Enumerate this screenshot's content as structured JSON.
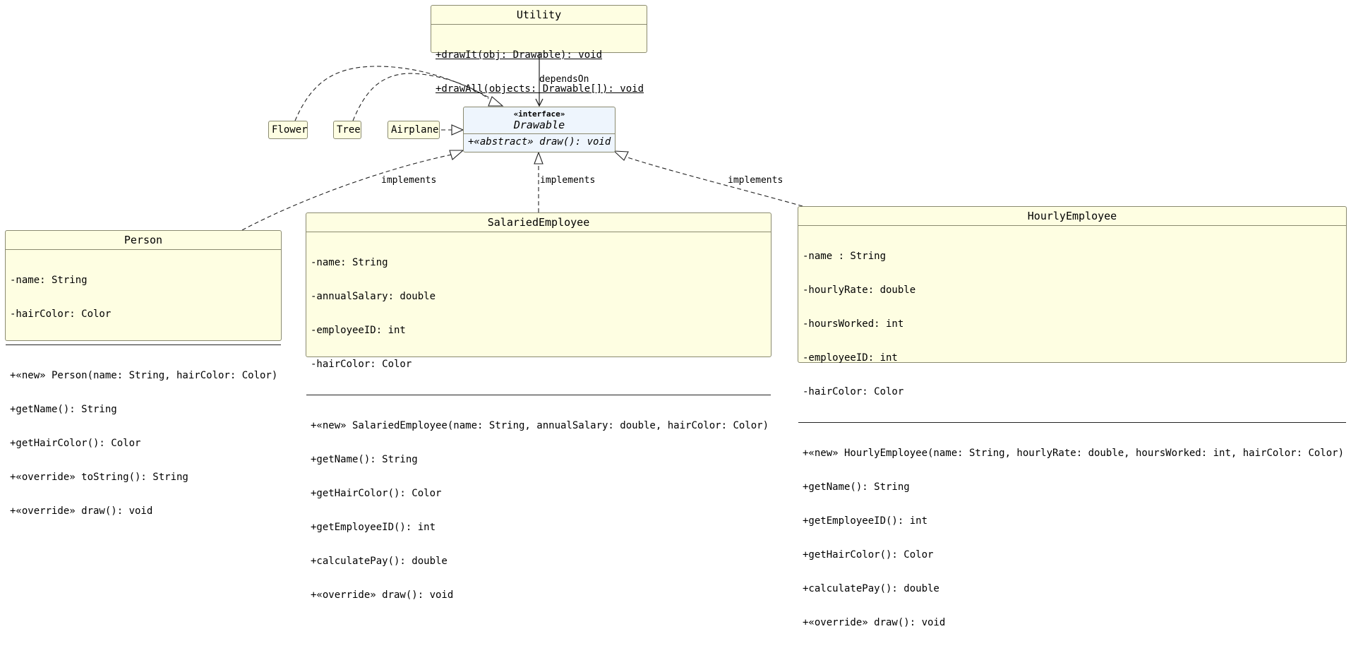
{
  "utility": {
    "name": "Utility",
    "methods": [
      "+drawIt(obj: Drawable): void",
      "+drawAll(objects: Drawable[]): void"
    ]
  },
  "drawable": {
    "stereotype": "«interface»",
    "name": "Drawable",
    "methods": [
      "+«abstract» draw(): void"
    ]
  },
  "flower": {
    "name": "Flower"
  },
  "tree": {
    "name": "Tree"
  },
  "airplane": {
    "name": "Airplane"
  },
  "person": {
    "name": "Person",
    "fields": [
      "-name: String",
      "-hairColor: Color"
    ],
    "methods": [
      "+«new» Person(name: String, hairColor: Color)",
      "+getName(): String",
      "+getHairColor(): Color",
      "+«override» toString(): String",
      "+«override» draw(): void"
    ]
  },
  "salaried": {
    "name": "SalariedEmployee",
    "fields": [
      "-name: String",
      "-annualSalary: double",
      "-employeeID: int",
      "-hairColor: Color"
    ],
    "methods": [
      "+«new» SalariedEmployee(name: String, annualSalary: double, hairColor: Color)",
      "+getName(): String",
      "+getHairColor(): Color",
      "+getEmployeeID(): int",
      "+calculatePay(): double",
      "+«override» draw(): void"
    ]
  },
  "hourly": {
    "name": "HourlyEmployee",
    "fields": [
      "-name : String",
      "-hourlyRate: double",
      "-hoursWorked: int",
      "-employeeID: int",
      "-hairColor: Color"
    ],
    "methods": [
      "+«new» HourlyEmployee(name: String, hourlyRate: double, hoursWorked: int, hairColor: Color)",
      "+getName(): String",
      "+getEmployeeID(): int",
      "+getHairColor(): Color",
      "+calculatePay(): double",
      "+«override» draw(): void"
    ]
  },
  "edges": {
    "depends_label": "dependsOn",
    "impl_person": "implements",
    "impl_salaried": "implements",
    "impl_hourly": "implements"
  }
}
